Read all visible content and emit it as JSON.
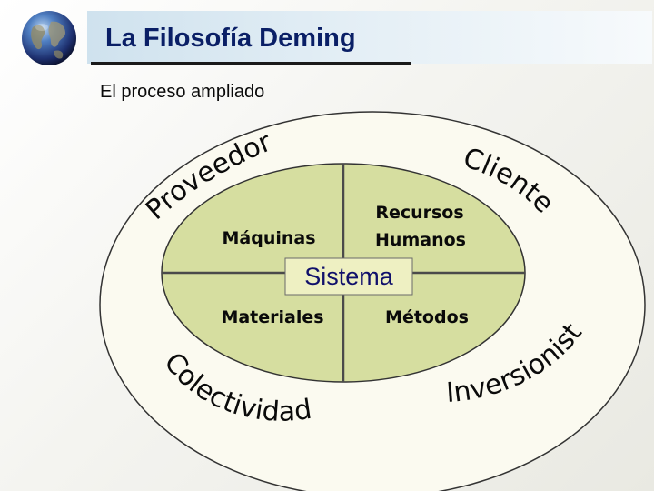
{
  "header": {
    "title": "La Filosofía Deming",
    "subtitle": "El proceso ampliado"
  },
  "diagram": {
    "outer_ring": {
      "proveedores": "Proveedores",
      "clientes": "Clientes",
      "colectividad": "Colectividad",
      "inversionistas": "Inversionistas"
    },
    "quadrants": {
      "top_left": "Máquinas",
      "top_right_line1": "Recursos",
      "top_right_line2": "Humanos",
      "bottom_left": "Materiales",
      "bottom_right": "Métodos"
    },
    "center": "Sistema"
  },
  "colors": {
    "outer_ellipse_fill": "#fbfaf0",
    "inner_ellipse_fill": "#d6dea0",
    "title_text": "#0a1f66",
    "center_text": "#10106b"
  },
  "icons": {
    "logo": "globe-icon"
  }
}
